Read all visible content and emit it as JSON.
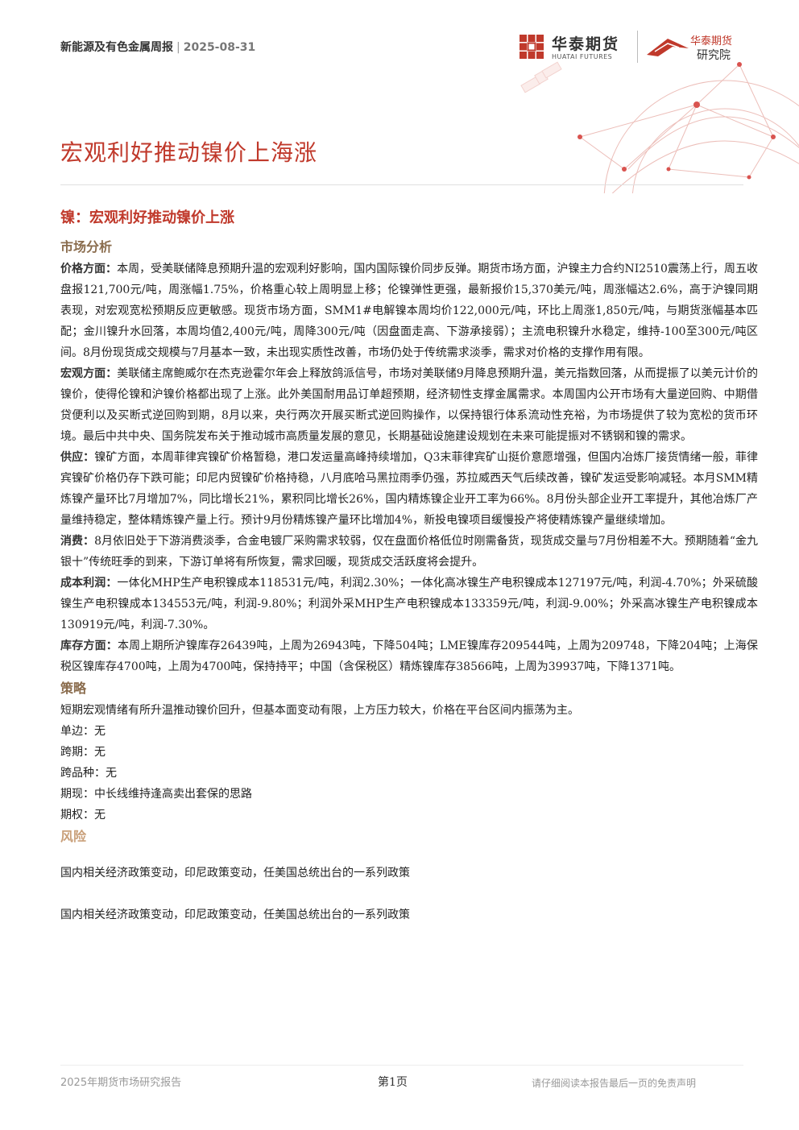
{
  "header": {
    "report_name": "新能源及有色金属周报",
    "separator": "|",
    "date": "2025-08-31",
    "logo_cn": "华泰期货",
    "logo_en": "HUATAI FUTURES",
    "logo2_top": "华泰期货",
    "logo2_bottom": "研究院"
  },
  "page_title": "宏观利好推动镍价上海涨",
  "section": {
    "heading": "镍：宏观利好推动镍价上涨",
    "market_heading": "市场分析",
    "paragraphs": [
      {
        "lead": "价格方面：",
        "text": "本周，受美联储降息预期升温的宏观利好影响，国内国际镍价同步反弹。期货市场方面，沪镍主力合约NI2510震荡上行，周五收盘报121,700元/吨，周涨幅1.75%，价格重心较上周明显上移；伦镍弹性更强，最新报价15,370美元/吨，周涨幅达2.6%，高于沪镍同期表现，对宏观宽松预期反应更敏感。现货市场方面，SMM1#电解镍本周均价122,000元/吨，环比上周涨1,850元/吨，与期货涨幅基本匹配；金川镍升水回落，本周均值2,400元/吨，周降300元/吨（因盘面走高、下游承接弱）；主流电积镍升水稳定，维持-100至300元/吨区间。8月份现货成交规模与7月基本一致，未出现实质性改善，市场仍处于传统需求淡季，需求对价格的支撑作用有限。"
      },
      {
        "lead": "宏观方面：",
        "text": "美联储主席鲍威尔在杰克逊霍尔年会上释放鸽派信号，市场对美联储9月降息预期升温，美元指数回落，从而提振了以美元计价的镍价，使得伦镍和沪镍价格都出现了上涨。此外美国耐用品订单超预期，经济韧性支撑金属需求。本周国内公开市场有大量逆回购、中期借贷便利以及买断式逆回购到期，8月以来，央行两次开展买断式逆回购操作，以保持银行体系流动性充裕，为市场提供了较为宽松的货币环境。最后中共中央、国务院发布关于推动城市高质量发展的意见，长期基础设施建设规划在未来可能提振对不锈钢和镍的需求。"
      },
      {
        "lead": "供应：",
        "text": "镍矿方面，本周菲律宾镍矿价格暂稳，港口发运量高峰持续增加，Q3末菲律宾矿山挺价意愿增强，但国内冶炼厂接货情绪一般，菲律宾镍矿价格仍存下跌可能；印尼内贸镍矿价格持稳，八月底哈马黑拉雨季仍强，苏拉威西天气后续改善，镍矿发运受影响减轻。本月SMM精炼镍产量环比7月增加7%，同比增长21%，累积同比增长26%，国内精炼镍企业开工率为66%。8月份头部企业开工率提升，其他冶炼厂产量维持稳定，整体精炼镍产量上行。预计9月份精炼镍产量环比增加4%，新投电镍项目缓慢投产将使精炼镍产量继续增加。"
      },
      {
        "lead": "消费：",
        "text": "8月依旧处于下游消费淡季，合金电镀厂采购需求较弱，仅在盘面价格低位时刚需备货，现货成交量与7月份相差不大。预期随着“金九银十”传统旺季的到来，下游订单将有所恢复，需求回暖，现货成交活跃度将会提升。"
      },
      {
        "lead": "成本利润：",
        "text": "一体化MHP生产电积镍成本118531元/吨，利润2.30%；一体化高冰镍生产电积镍成本127197元/吨，利润-4.70%；外采硫酸镍生产电积镍成本134553元/吨，利润-9.80%；利润外采MHP生产电积镍成本133359元/吨，利润-9.00%；外采高冰镍生产电积镍成本130919元/吨，利润-7.30%。"
      },
      {
        "lead": "库存方面：",
        "text": "本周上期所沪镍库存26439吨，上周为26943吨，下降504吨；LME镍库存209544吨，上周为209748，下降204吨；上海保税区镍库存4700吨，上周为4700吨，保持持平；中国（含保税区）精炼镍库存38566吨，上周为39937吨，下降1371吨。"
      }
    ],
    "strategy_heading": "策略",
    "strategy_lines": [
      "短期宏观情绪有所升温推动镍价回升，但基本面变动有限，上方压力较大，价格在平台区间内振荡为主。",
      "单边：无",
      "跨期：无",
      "跨品种：无",
      "期现：中长线维持逢高卖出套保的思路",
      "期权：无"
    ],
    "risk_heading": "风险",
    "risk_lines": [
      "国内相关经济政策变动，印尼政策变动，任美国总统出台的一系列政策",
      "国内相关经济政策变动，印尼政策变动，任美国总统出台的一系列政策"
    ]
  },
  "footer": {
    "left": "2025年期货市场研究报告",
    "center": "第1页",
    "right": "请仔细阅读本报告最后一页的免责声明"
  },
  "colors": {
    "accent": "#c0392b",
    "subheading": "#8a6c4d",
    "risk_heading": "#c9a07a"
  }
}
